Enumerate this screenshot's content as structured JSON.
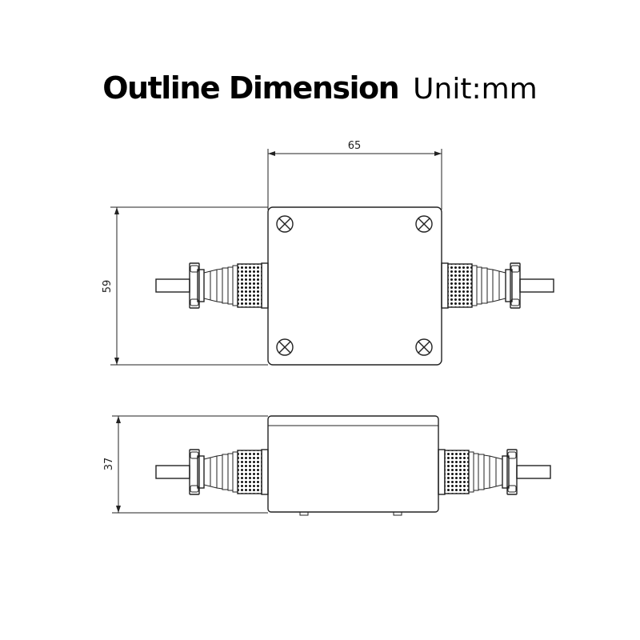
{
  "title": "Outline Dimension",
  "unit": "Unit:mm",
  "dimensions": {
    "width": "65",
    "height": "59",
    "depth": "37"
  }
}
